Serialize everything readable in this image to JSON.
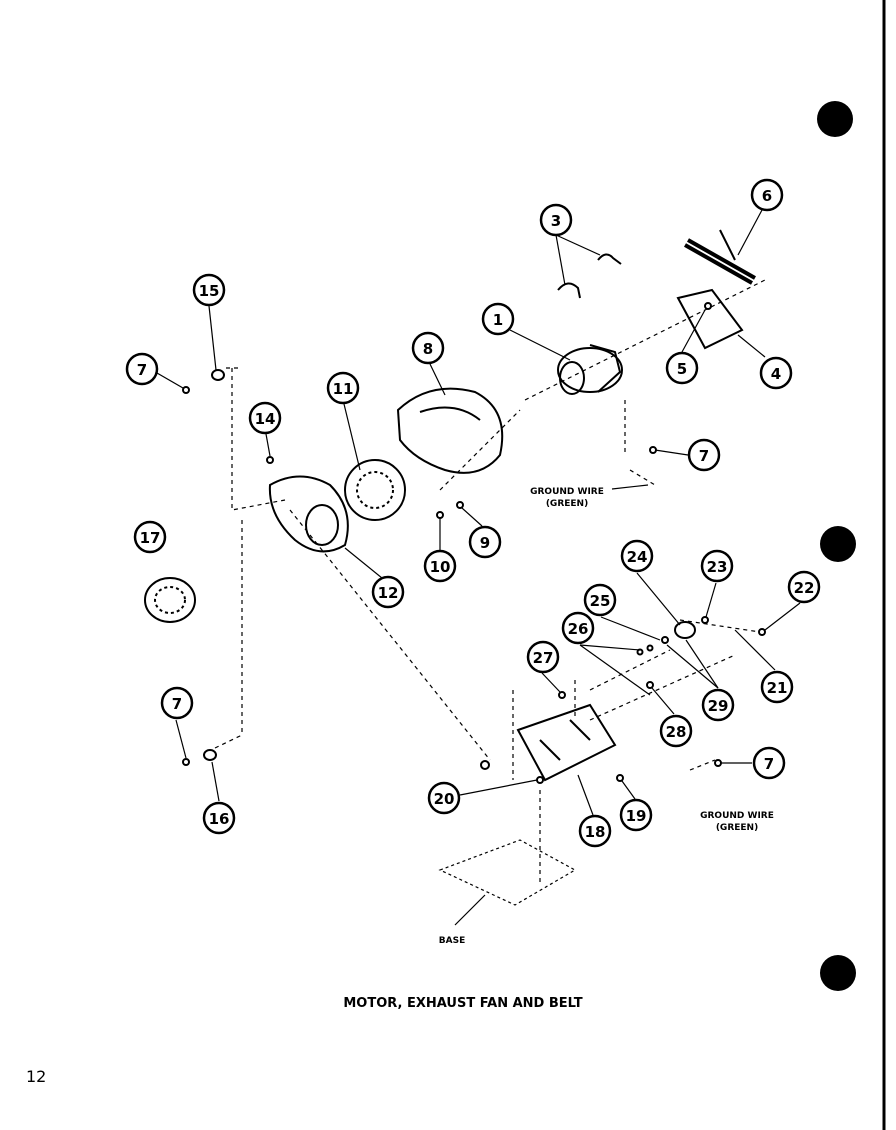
{
  "title": "MOTOR, EXHAUST FAN AND BELT",
  "page_number": "12",
  "labels": {
    "ground_wire_1": "GROUND WIRE",
    "ground_wire_1_sub": "(GREEN)",
    "ground_wire_2": "GROUND WIRE",
    "ground_wire_2_sub": "(GREEN)",
    "base": "BASE"
  },
  "callouts": [
    "1",
    "3",
    "4",
    "5",
    "6",
    "7",
    "8",
    "9",
    "10",
    "11",
    "12",
    "14",
    "15",
    "16",
    "17",
    "18",
    "19",
    "20",
    "21",
    "22",
    "23",
    "24",
    "25",
    "26",
    "27",
    "28",
    "29"
  ]
}
